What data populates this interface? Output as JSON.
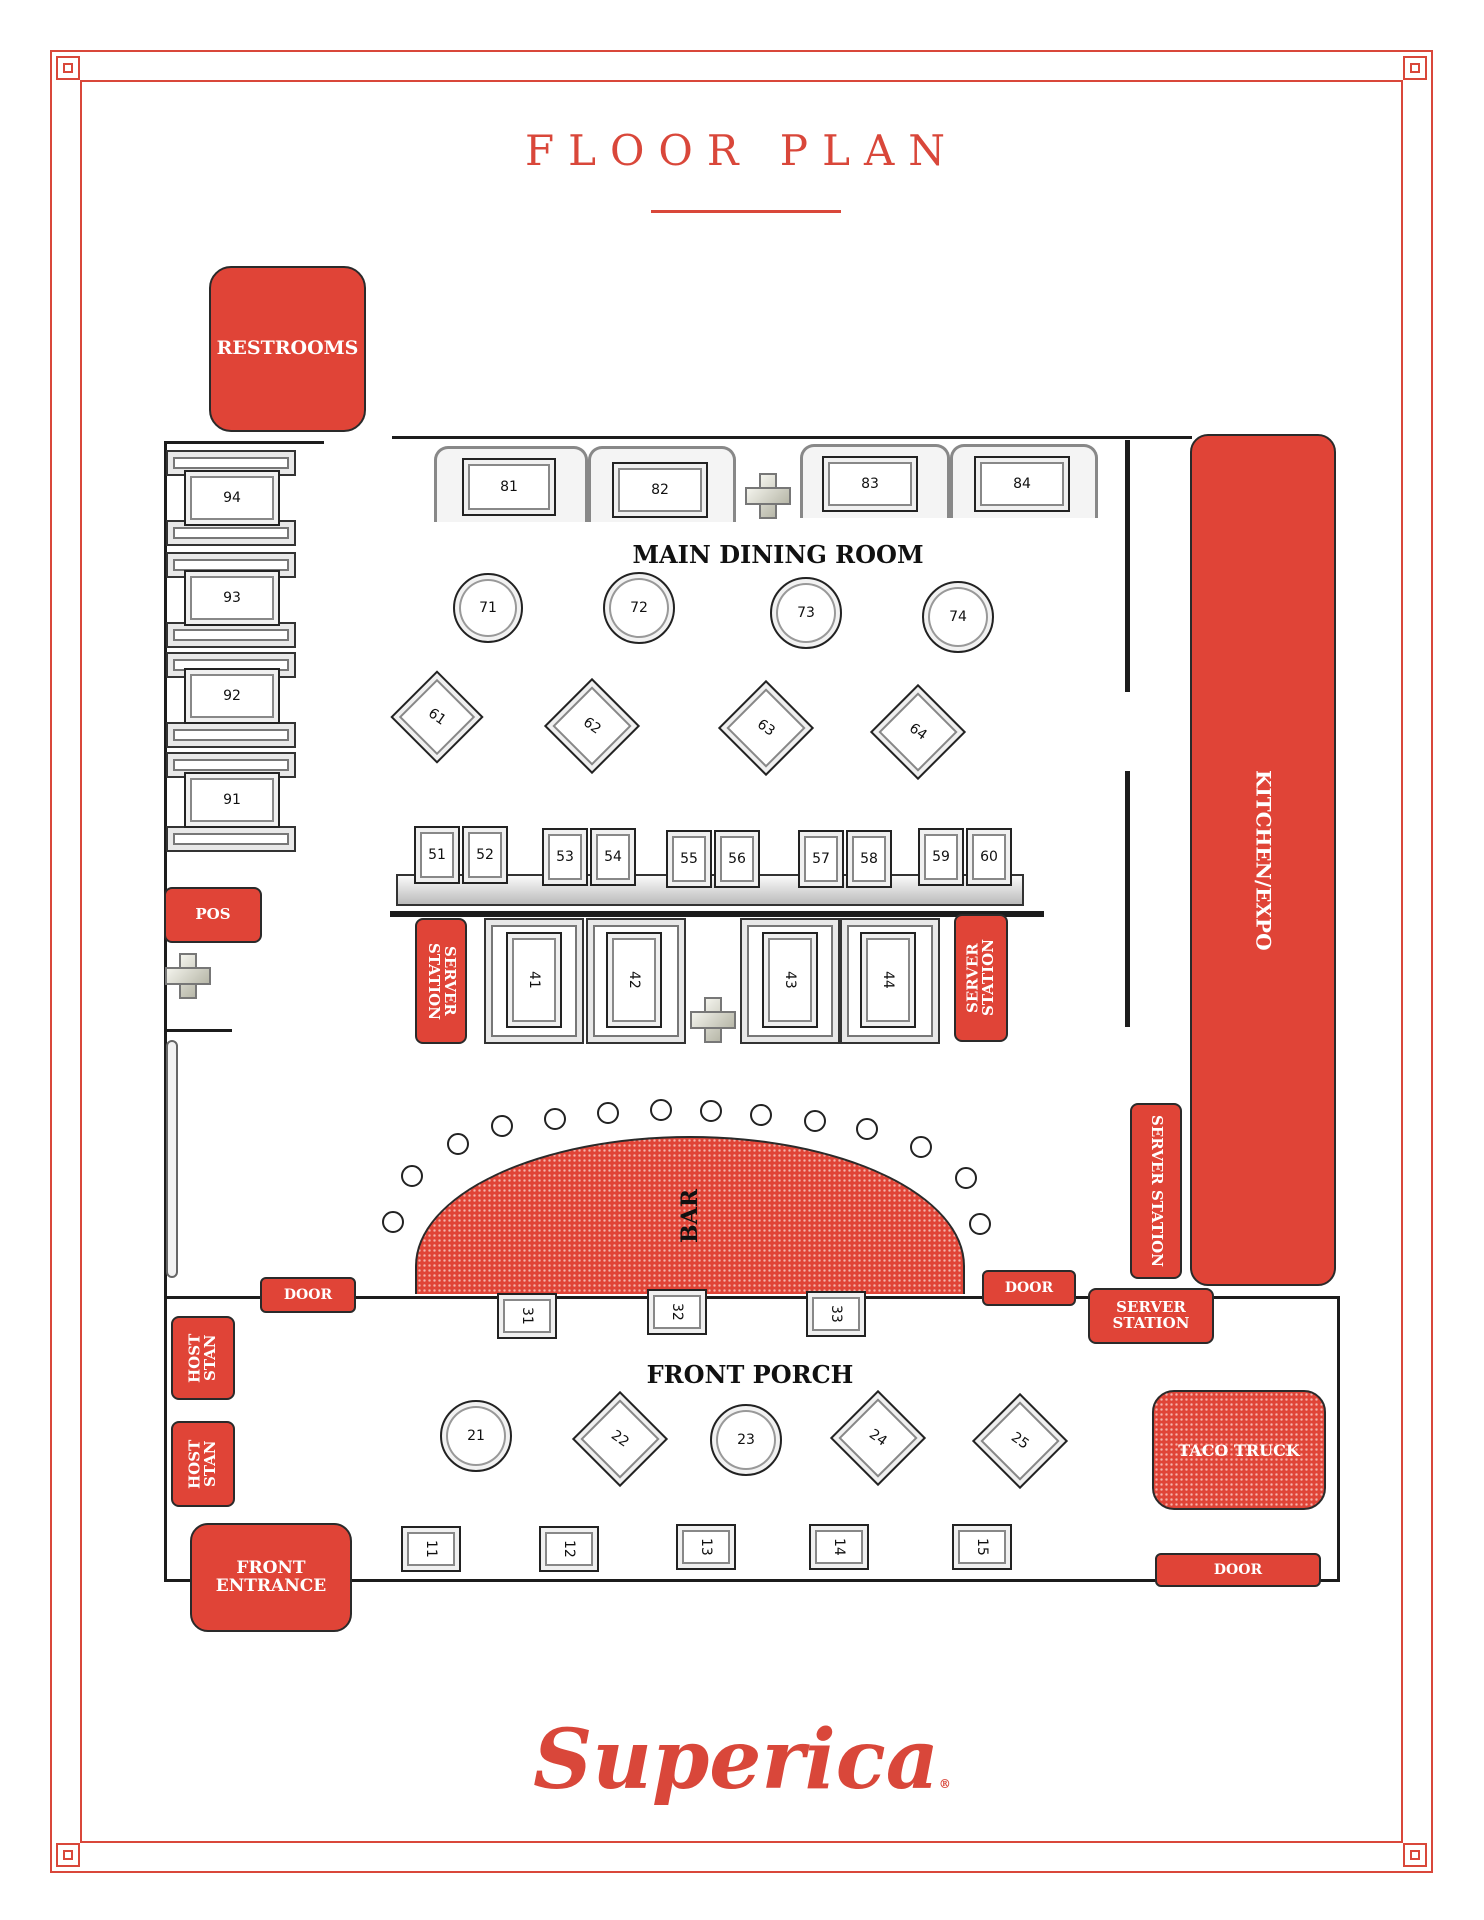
{
  "title": "FLOOR PLAN",
  "brand": "Superica",
  "brand_mark": "®",
  "colors": {
    "accent": "#d9473a",
    "fill": "#e04437"
  },
  "rooms": {
    "main_dining": "MAIN DINING ROOM",
    "front_porch": "FRONT PORCH"
  },
  "areas": {
    "restrooms": "RESTROOMS",
    "pos": "POS",
    "kitchen": "KITCHEN/EXPO",
    "bar": "BAR",
    "taco_truck": "TACO TRUCK",
    "front_entrance": "FRONT ENTRANCE",
    "host_stand": "HOST STAN",
    "server_station": "SERVER STATION",
    "door": "DOOR"
  },
  "tables": {
    "t94": "94",
    "t93": "93",
    "t92": "92",
    "t91": "91",
    "t81": "81",
    "t82": "82",
    "t83": "83",
    "t84": "84",
    "t71": "71",
    "t72": "72",
    "t73": "73",
    "t74": "74",
    "t61": "61",
    "t62": "62",
    "t63": "63",
    "t64": "64",
    "t51": "51",
    "t52": "52",
    "t53": "53",
    "t54": "54",
    "t55": "55",
    "t56": "56",
    "t57": "57",
    "t58": "58",
    "t59": "59",
    "t60": "60",
    "t41": "41",
    "t42": "42",
    "t43": "43",
    "t44": "44",
    "t31": "31",
    "t32": "32",
    "t33": "33",
    "t21": "21",
    "t22": "22",
    "t23": "23",
    "t24": "24",
    "t25": "25",
    "t11": "11",
    "t12": "12",
    "t13": "13",
    "t14": "14",
    "t15": "15"
  }
}
